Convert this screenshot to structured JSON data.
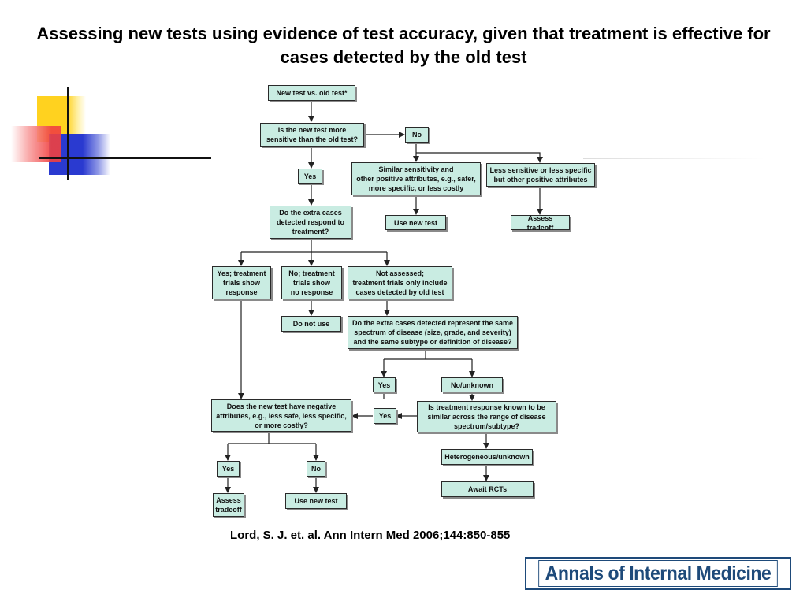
{
  "slide": {
    "title": "Assessing new tests using evidence of test accuracy, given that treatment is effective for cases detected by the old test",
    "citation": "Lord, S. J. et. al. Ann Intern Med 2006;144:850-855",
    "journal_logo": "Annals of Internal Medicine"
  },
  "flowchart": {
    "n1": "New test vs. old test*",
    "n2": "Is the new test more\nsensitive than the old test?",
    "n3": "No",
    "n4": "Yes",
    "n5": "Similar sensitivity and\nother positive attributes, e.g., safer,\nmore specific, or less costly",
    "n6": "Less sensitive or less specific\nbut other positive attributes",
    "n7": "Use new test",
    "n8": "Assess tradeoff",
    "n9": "Do the extra cases\ndetected respond to\ntreatment?",
    "n10": "Yes; treatment\ntrials show\nresponse",
    "n11": "No; treatment\ntrials show\nno response",
    "n12": "Not assessed;\ntreatment trials only include\ncases detected by old test",
    "n13": "Do not use",
    "n14": "Do the extra cases detected represent the same\nspectrum of disease (size, grade, and severity)\nand the same subtype or definition of disease?",
    "n15": "Yes",
    "n16": "No/unknown",
    "n17": "Does the new test have negative\nattributes, e.g., less safe, less specific,\nor more costly?",
    "n18": "Yes",
    "n19": "Is treatment response known to be\nsimilar across the range of disease\nspectrum/subtype?",
    "n20": "Heterogeneous/unknown",
    "n21": "Yes",
    "n22": "No",
    "n23": "Await RCTs",
    "n24": "Assess\ntradeoff",
    "n25": "Use new test"
  },
  "colors": {
    "node_fill": "#c9ece2",
    "node_border": "#2a2a2a",
    "deco_yellow": "#ffd21f",
    "deco_red": "#f04040",
    "deco_blue": "#2a3ad0",
    "journal_blue": "#1e4a7a"
  }
}
